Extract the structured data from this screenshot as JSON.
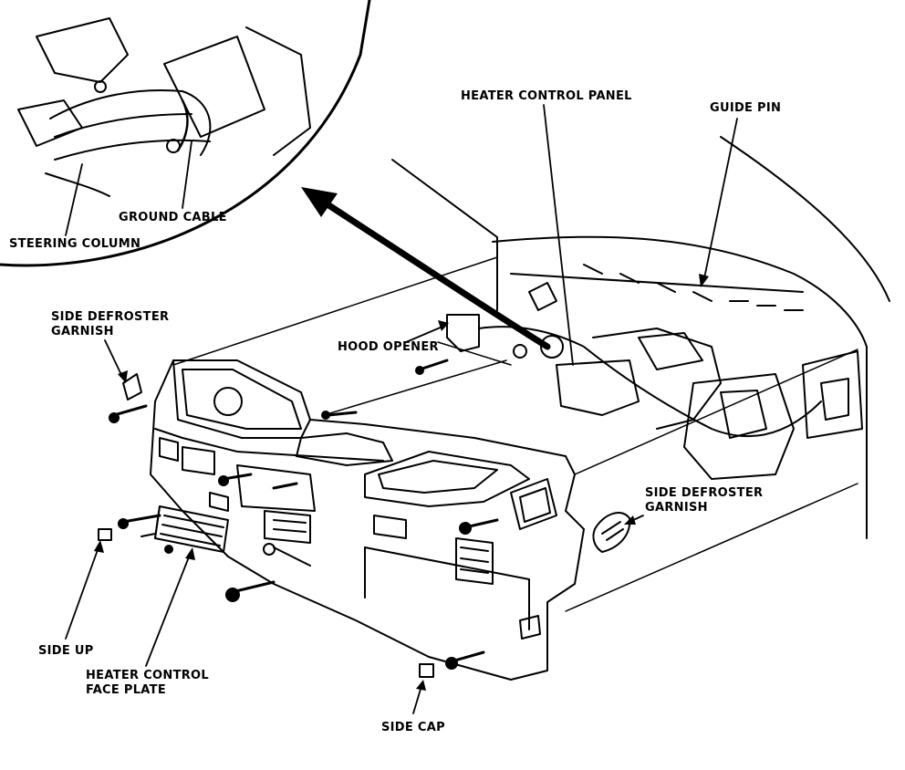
{
  "labels": {
    "heater_control_panel": "HEATER CONTROL PANEL",
    "guide_pin": "GUIDE PIN",
    "ground_cable": "GROUND CABLE",
    "steering_column": "STEERING COLUMN",
    "side_defroster_garnish_left_1": "SIDE DEFROSTER",
    "side_defroster_garnish_left_2": "GARNISH",
    "hood_opener": "HOOD OPENER",
    "side_defroster_garnish_right_1": "SIDE DEFROSTER",
    "side_defroster_garnish_right_2": "GARNISH",
    "side_up": "SIDE UP",
    "heater_control_face_plate_1": "HEATER CONTROL",
    "heater_control_face_plate_2": "FACE PLATE",
    "side_cap": "SIDE CAP"
  },
  "colors": {
    "ink": "#000000",
    "paper": "#ffffff"
  }
}
